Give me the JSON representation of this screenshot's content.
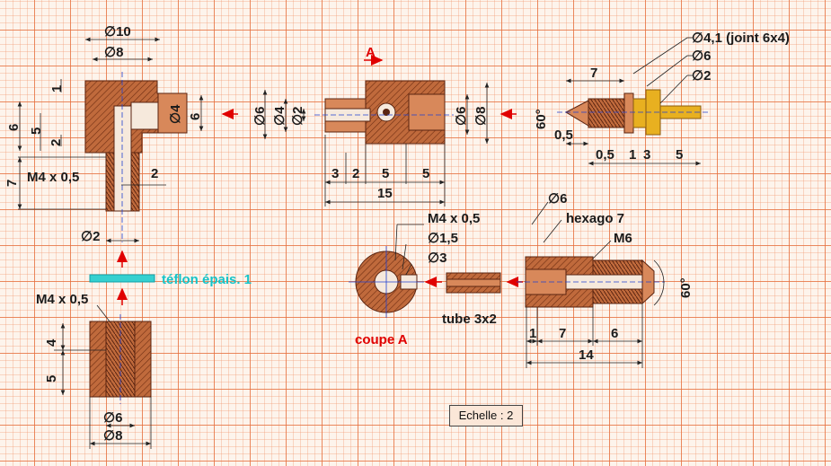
{
  "dims": {
    "d10": "∅10",
    "d8a": "∅8",
    "one_a": "1",
    "six_a": "6",
    "five_a": "5",
    "two_a": "2",
    "seven_a": "7",
    "m4_a": "M4 x 0,5",
    "two_b": "2",
    "d4_a": "∅4",
    "six_b": "6",
    "d2_a": "∅2",
    "d6_b": "∅6",
    "d4_b": "∅4",
    "d2_b": "∅2",
    "d6_c": "∅6",
    "d8_b": "∅8",
    "three_b": "3",
    "two_c": "2",
    "five_b": "5",
    "five_c": "5",
    "fifteen": "15",
    "d41": "∅4,1 (joint 6x4)",
    "d6_d": "∅6",
    "d2_c": "∅2",
    "seven_b": "7",
    "sixty_a": "60°",
    "zero5_a": "0,5",
    "zero5_b": "0,5",
    "one_b": "1",
    "three_c": "3",
    "five_d": "5",
    "m4_b": "M4 x 0,5",
    "d15": "∅1,5",
    "d3": "∅3",
    "tube": "tube 3x2",
    "d6_e": "∅6",
    "hexago": "hexago 7",
    "m6": "M6",
    "sixty_b": "60°",
    "one_c": "1",
    "seven_c": "7",
    "six_c": "6",
    "fourteen": "14",
    "m4_c": "M4 x 0,5",
    "four_d": "4",
    "five_e": "5",
    "d6_f": "∅6",
    "d8_c": "∅8"
  },
  "labels": {
    "section_letter": "A",
    "teflon": "téflon épais. 1",
    "coupe": "coupe A",
    "scale": "Echelle : 2"
  },
  "colors": {
    "part": "#b8653a",
    "part_dark": "#7a3416",
    "brass": "#e8b020",
    "arrow_red": "#e00000",
    "teflon": "#15c3c8",
    "center_blue": "#2040d0"
  }
}
